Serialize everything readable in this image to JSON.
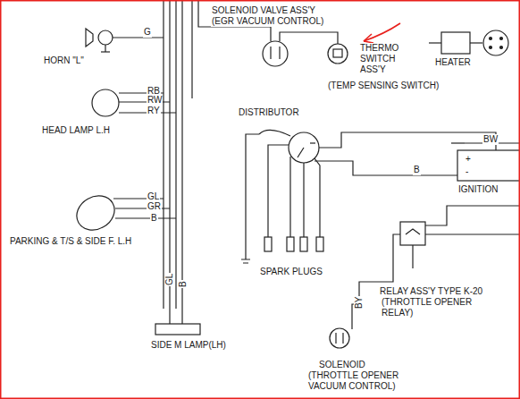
{
  "diagram": {
    "labels": [
      "SOLENOID VALVE ASS'Y",
      "(EGR VACUUM CONTROL)",
      "G",
      "HORN \"L\"",
      "THERMO SWITCH ASS'Y",
      "HEATER",
      "(TEMP SENSING SWITCH)",
      "RB",
      "RW",
      "RY",
      "HEAD LAMP L.H",
      "DISTRIBUTOR",
      "BW",
      "+",
      "-",
      "B",
      "IGNITION",
      "GL",
      "GR",
      "B",
      "PARKING & T/S & SIDE F. L.H",
      "SPARK PLUGS",
      "RELAY ASS'Y TYPE K-20",
      "(THROTTLE OPENER RELAY)",
      "GL",
      "B",
      "BY",
      "SIDE M LAMP(LH)",
      "SOLENOID",
      "(THROTTLE OPENER VACUUM CONTROL)"
    ]
  }
}
